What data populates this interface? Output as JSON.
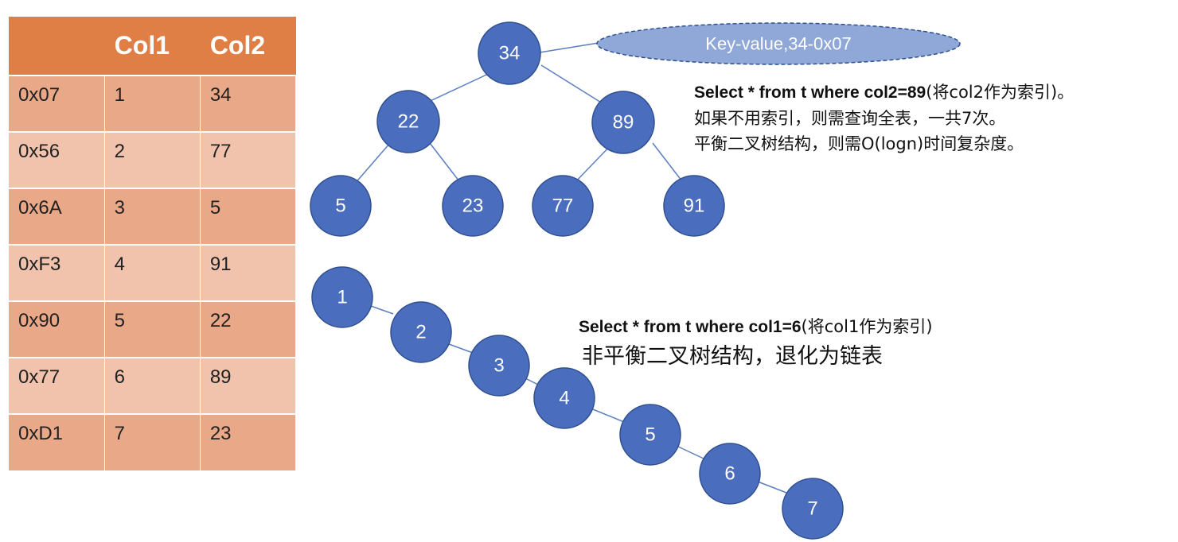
{
  "table": {
    "headers": [
      "",
      "Col1",
      "Col2"
    ],
    "rows": [
      [
        "0x07",
        "1",
        "34"
      ],
      [
        "0x56",
        "2",
        "77"
      ],
      [
        "0x6A",
        "3",
        "5"
      ],
      [
        "0xF3",
        "4",
        "91"
      ],
      [
        "0x90",
        "5",
        "22"
      ],
      [
        "0x77",
        "6",
        "89"
      ],
      [
        "0xD1",
        "7",
        "23"
      ]
    ]
  },
  "balanced_tree": {
    "nodes": [
      "34",
      "22",
      "89",
      "5",
      "23",
      "77",
      "91"
    ],
    "callout": "Key-value,34-0x07"
  },
  "balanced_note": {
    "query_bold": "Select * from t where col2=89",
    "query_rest": "(将col2作为索引)。",
    "line2": "如果不用索引，则需查询全表，一共7次。",
    "line3": "平衡二叉树结构，则需O(logn)时间复杂度。"
  },
  "chain": {
    "nodes": [
      "1",
      "2",
      "3",
      "4",
      "5",
      "6",
      "7"
    ]
  },
  "chain_note": {
    "query_bold": "Select * from t where col1=6",
    "query_rest": "(将col1作为索引)",
    "line2": "非平衡二叉树结构，退化为链表"
  },
  "colors": {
    "node_fill": "#4a6dbd",
    "header": "#e07f45",
    "row_a": "#e9a888",
    "row_b": "#f1c3ad",
    "callout": "#8fa8d8"
  }
}
